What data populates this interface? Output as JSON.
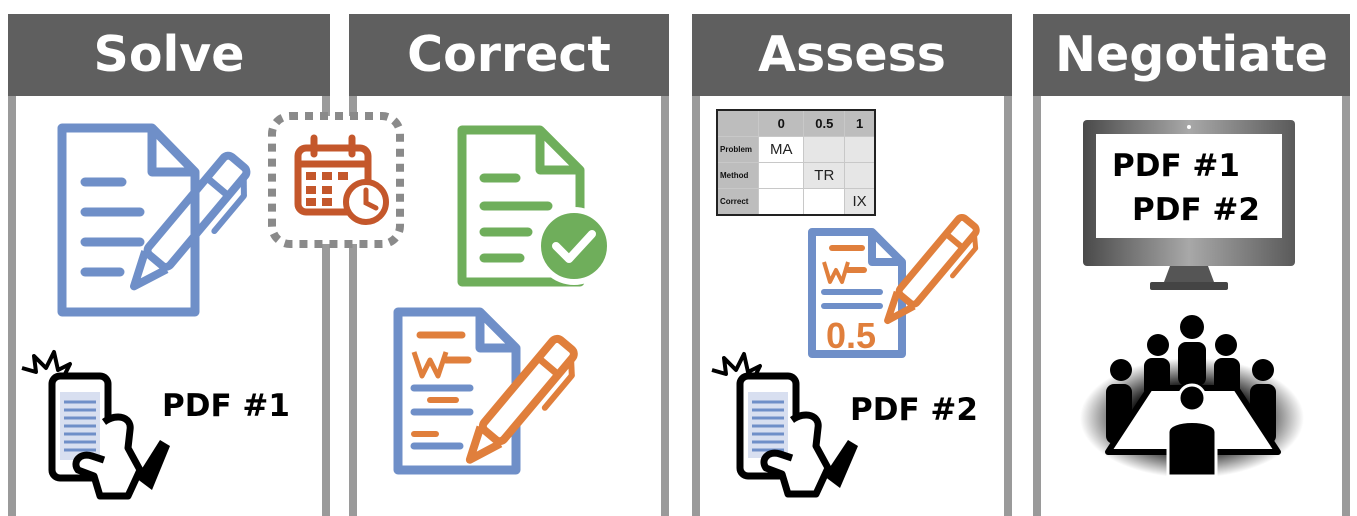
{
  "panels": [
    {
      "title": "Solve"
    },
    {
      "title": "Correct"
    },
    {
      "title": "Assess"
    },
    {
      "title": "Negotiate"
    }
  ],
  "labels": {
    "solve_pdf": "PDF #1",
    "assess_pdf": "PDF #2",
    "screen_pdf1": "PDF #1",
    "screen_pdf2": "PDF #2",
    "score": "0.5"
  },
  "rubric": {
    "columns": [
      "",
      "0",
      "0.5",
      "1"
    ],
    "rows": [
      {
        "label": "Problem",
        "cells": [
          "MA",
          "",
          ""
        ]
      },
      {
        "label": "Method",
        "cells": [
          "",
          "TR",
          ""
        ]
      },
      {
        "label": "Correct",
        "cells": [
          "",
          "",
          "IX"
        ]
      }
    ]
  },
  "colors": {
    "header": "#5f5f5f",
    "border": "#9a9a9a",
    "blue": "#6f8fc8",
    "green": "#6fae5b",
    "orange": "#e07f3c",
    "calendar": "#c4572b"
  },
  "icons": [
    "document-pen-icon",
    "calendar-clock-icon",
    "document-check-icon",
    "graded-document-icon",
    "phone-camera-icon",
    "monitor-icon",
    "meeting-table-icon"
  ]
}
